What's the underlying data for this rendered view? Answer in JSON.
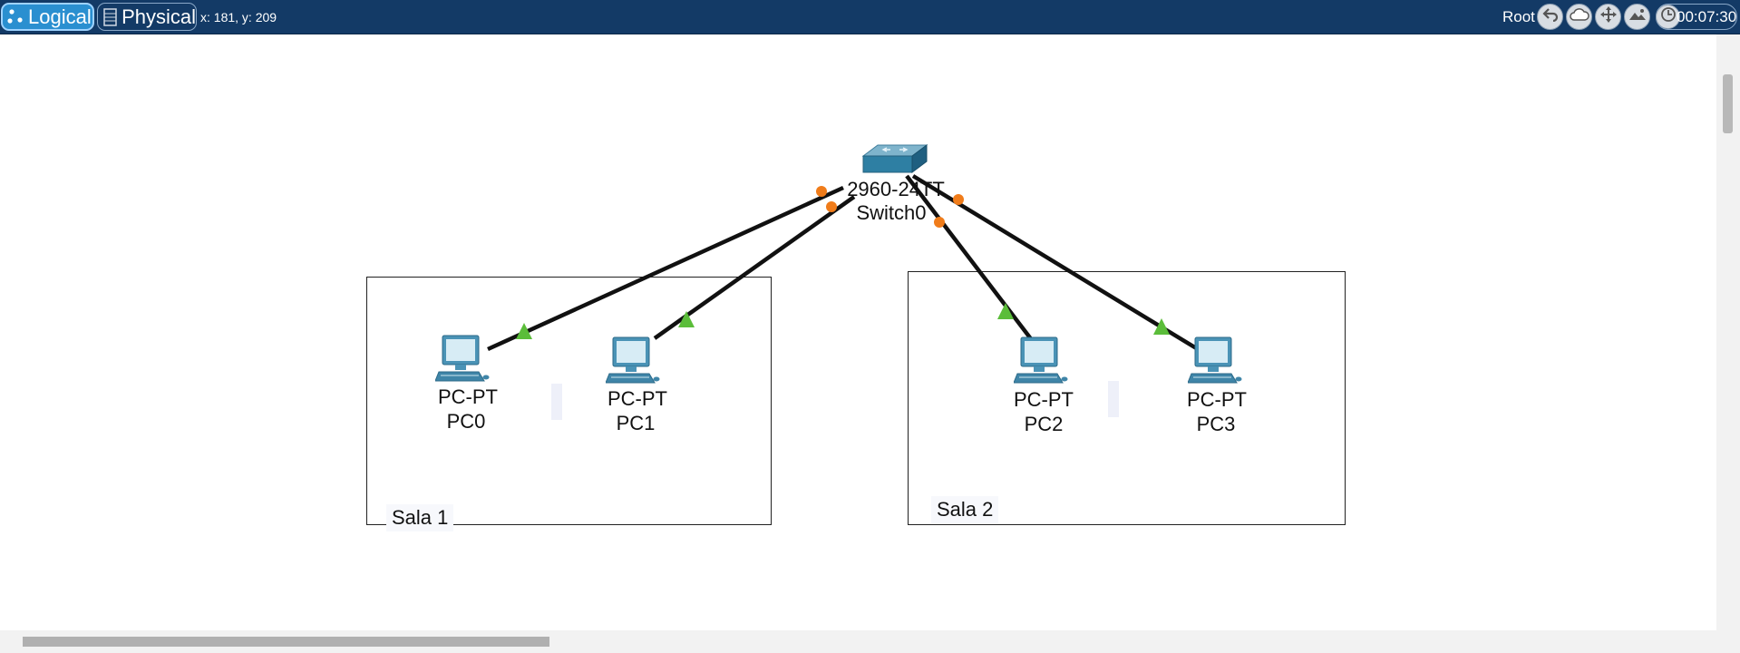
{
  "toolbar": {
    "logical_label": "Logical",
    "physical_label": "Physical",
    "coords": "x: 181, y: 209",
    "root_label": "Root",
    "clock": "00:07:30",
    "icons": [
      "back-icon",
      "cloud-icon",
      "move-icon",
      "landscape-icon",
      "clock-icon"
    ]
  },
  "switch": {
    "model": "2960-24TT",
    "name": "Switch0"
  },
  "rooms": [
    {
      "label": "Sala 1"
    },
    {
      "label": "Sala 2"
    }
  ],
  "pcs": [
    {
      "model": "PC-PT",
      "name": "PC0"
    },
    {
      "model": "PC-PT",
      "name": "PC1"
    },
    {
      "model": "PC-PT",
      "name": "PC2"
    },
    {
      "model": "PC-PT",
      "name": "PC3"
    }
  ],
  "colors": {
    "topbar": "#133a66",
    "active_tab": "#2a8fd0",
    "link_up": "#5bbd3a",
    "link_switch_port": "#f07c1a"
  }
}
